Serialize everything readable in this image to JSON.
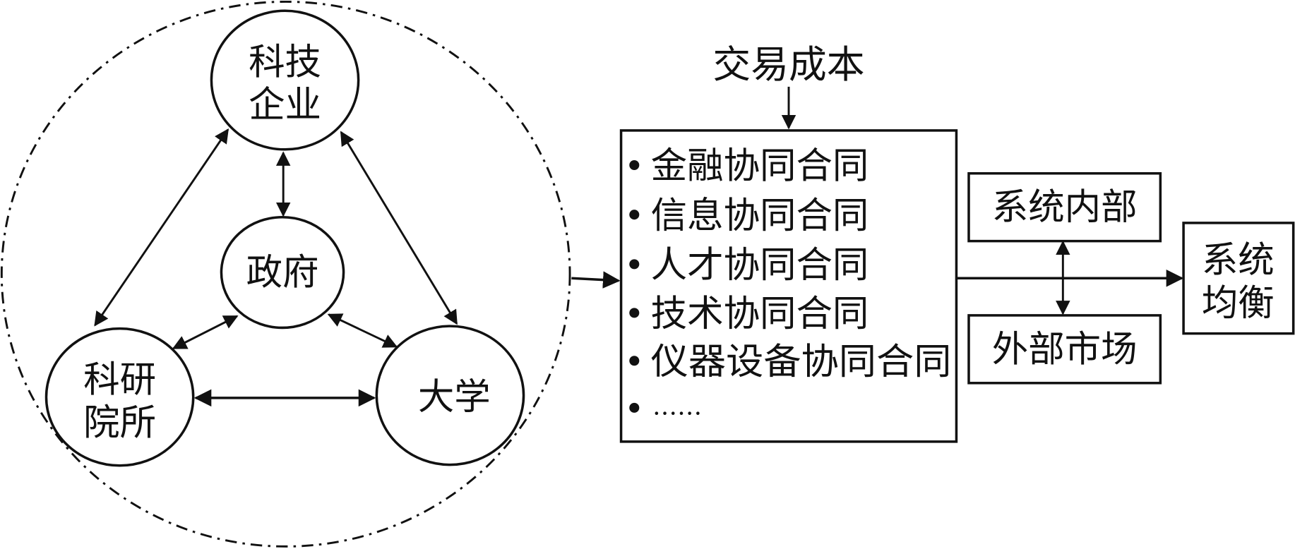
{
  "nodes": {
    "enterprise": [
      "科技",
      "企业"
    ],
    "government": "政府",
    "institute": [
      "科研",
      "院所"
    ],
    "university": "大学"
  },
  "transaction_cost": "交易成本",
  "contracts": [
    "金融协同合同",
    "信息协同合同",
    "人才协同合同",
    "技术协同合同",
    "仪器设备协同合同",
    "……"
  ],
  "internal": "系统内部",
  "external": "外部市场",
  "equilibrium": [
    "系统",
    "均衡"
  ],
  "colors": {
    "stroke": "#111111",
    "background": "#ffffff"
  }
}
